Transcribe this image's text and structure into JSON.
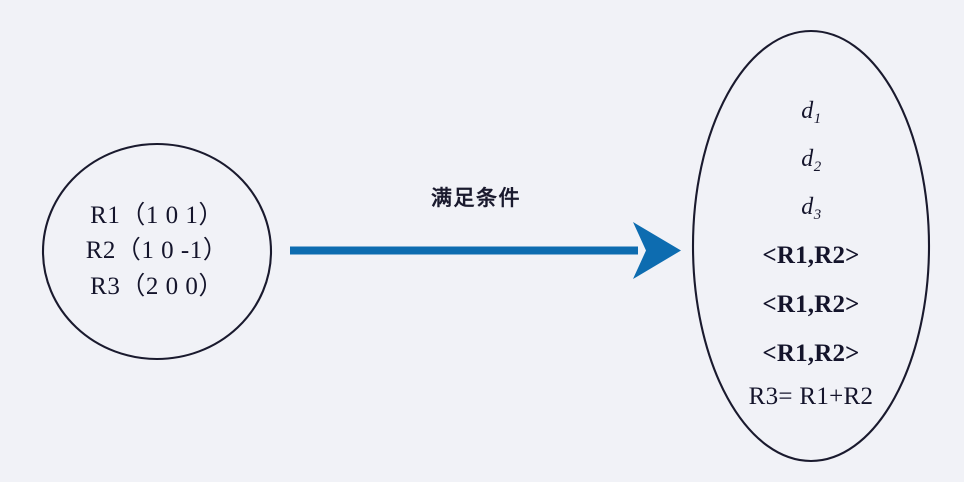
{
  "figure": {
    "background_color": "#f1f2f7",
    "outline_color": "#1a1a2e",
    "arrow_color": "#0d6cb0"
  },
  "left_node": {
    "name": "input-vectors",
    "lines": [
      "R1（1 0 1）",
      "R2（1 0 -1）",
      "R3（2 0 0）"
    ]
  },
  "arrow": {
    "label": "满足条件",
    "direction": "right"
  },
  "right_node": {
    "name": "result-set",
    "d_items": [
      {
        "base": "d",
        "sub": "1"
      },
      {
        "base": "d",
        "sub": "2"
      },
      {
        "base": "d",
        "sub": "3"
      }
    ],
    "pairs": [
      "<R1,R2>",
      "<R1,R2>",
      "<R1,R2>"
    ],
    "equation": "R3= R1+R2"
  }
}
